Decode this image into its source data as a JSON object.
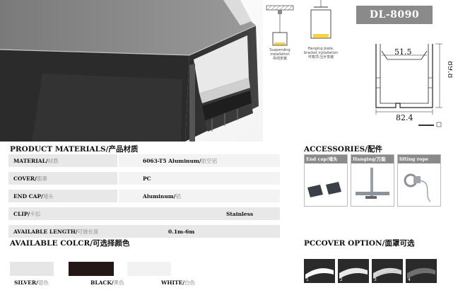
{
  "model": "DL-8090",
  "installs": [
    {
      "caption": "Suspending installation",
      "caption_zh": "吊线安装"
    },
    {
      "caption": "Hanging plate, bracket installation",
      "caption_zh": "可吸顶 压片安装"
    }
  ],
  "dimensions": {
    "inner_top": "51.5",
    "height": "89.8",
    "width": "82.4"
  },
  "materials": {
    "heading": "PRODUCT MATERIALS/",
    "heading_zh": "产品材质",
    "rows": [
      {
        "label": "MATERIAL/",
        "label_zh": "材质",
        "value": "6063-T5 Aluminum/",
        "value_zh": "航空铝"
      },
      {
        "label": "COVER/",
        "label_zh": "面罩",
        "value": "PC",
        "value_zh": ""
      },
      {
        "label": "END CAP/",
        "label_zh": "堵头",
        "value": "Aluminum/",
        "value_zh": "铝"
      },
      {
        "label": "CLIP/",
        "label_zh": "卡扣",
        "value": "Stainless",
        "value_zh": ""
      },
      {
        "label": "AVAILABLE LENGTH/",
        "label_zh": "可做长度",
        "value": "0.1m-6m",
        "value_zh": ""
      }
    ]
  },
  "colors": {
    "heading": "AVAILABLE COLCR/",
    "heading_zh": "可选择颜色",
    "items": [
      {
        "name": "SILVER/",
        "name_zh": "银色",
        "hex": "#e6e6e6"
      },
      {
        "name": "BLACK/",
        "name_zh": "黑色",
        "hex": "#231815"
      },
      {
        "name": "WHITE/",
        "name_zh": "白色",
        "hex": "#f2f2f2"
      }
    ]
  },
  "accessories": {
    "heading": "ACCESSORIES/",
    "heading_zh": "配件",
    "items": [
      {
        "title": "End cap/堵头"
      },
      {
        "title": "Hanging/万能"
      },
      {
        "title": "lifting rope"
      }
    ]
  },
  "covers": {
    "heading": "PCCOVER OPTION/",
    "heading_zh": "面罩可选",
    "items": [
      "1",
      "2",
      "3",
      "4"
    ]
  }
}
